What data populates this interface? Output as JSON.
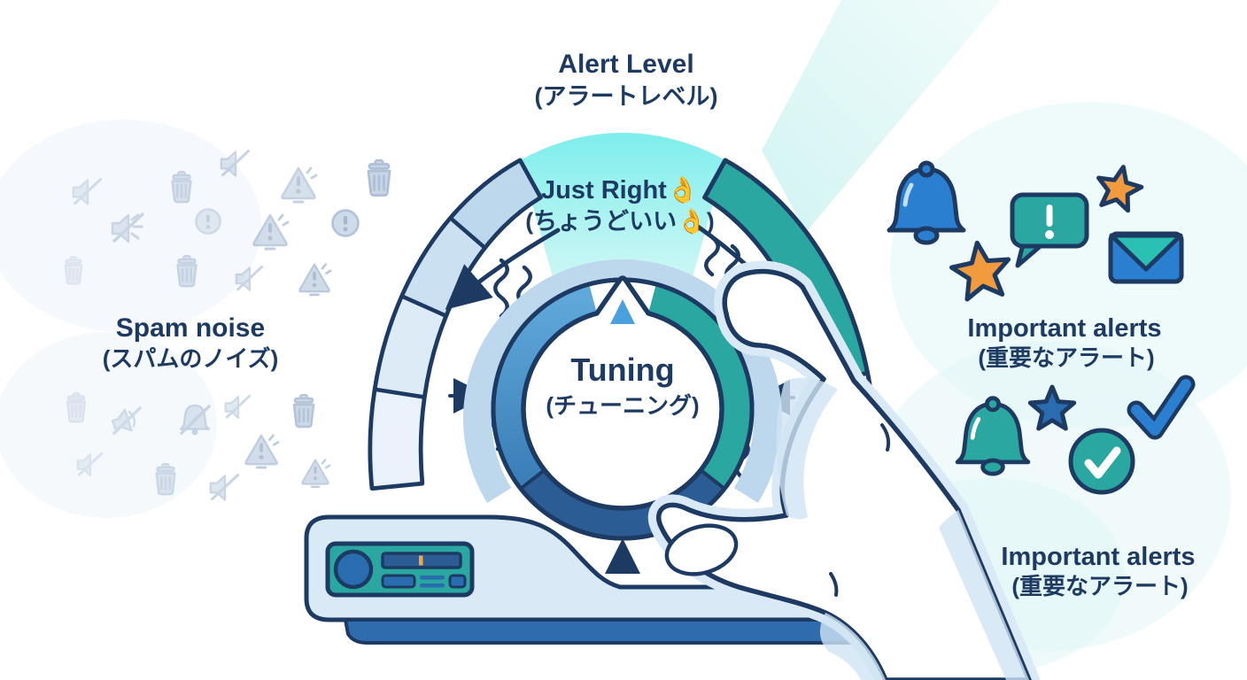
{
  "texts": {
    "alert_en": "Alert Level",
    "alert_ja": "(アラートレベル)",
    "just_en": "Just Right👌",
    "just_ja": "(ちょうどいい👌)",
    "tuning_en": "Tuning",
    "tuning_ja": "(チューニング)",
    "spam_en": "Spam noise",
    "spam_ja": "(スパムのノイズ)",
    "important_en": "Important alerts",
    "important_ja": "(重要なアラート)",
    "important2_en": "Important alerts",
    "important2_ja": "(重要なアラート)"
  },
  "left_zone": {
    "label_en": "Spam noise",
    "label_ja": "(スパムのノイズ)",
    "icons": [
      "muted-speaker",
      "trash",
      "warning-triangle",
      "exclamation-circle",
      "muted-bell",
      "muted-megaphone"
    ]
  },
  "right_zone": {
    "label_en": "Important alerts",
    "label_ja": "(重要なアラート)",
    "icons": [
      "bell",
      "star",
      "chat-alert",
      "envelope",
      "check-circle",
      "checkmark"
    ]
  },
  "dial": {
    "sweet_spot_en": "Just Right👌",
    "sweet_spot_ja": "(ちょうどいい👌)",
    "knob_en": "Tuning",
    "knob_ja": "(チューニング)"
  },
  "colors": {
    "navy": "#1d3a63",
    "teal": "#2aa7a0",
    "blue": "#2a7fd0",
    "knob_blue": "#4b96cc",
    "dark_blue": "#2b5d94",
    "orange": "#f19b3e",
    "glow_cyan": "#8eeeec",
    "faded_icon": "#bfcfe0",
    "radio_body": "#d9eaf6",
    "radio_base": "#2f6cae",
    "tick_orange": "#f2a93b"
  }
}
